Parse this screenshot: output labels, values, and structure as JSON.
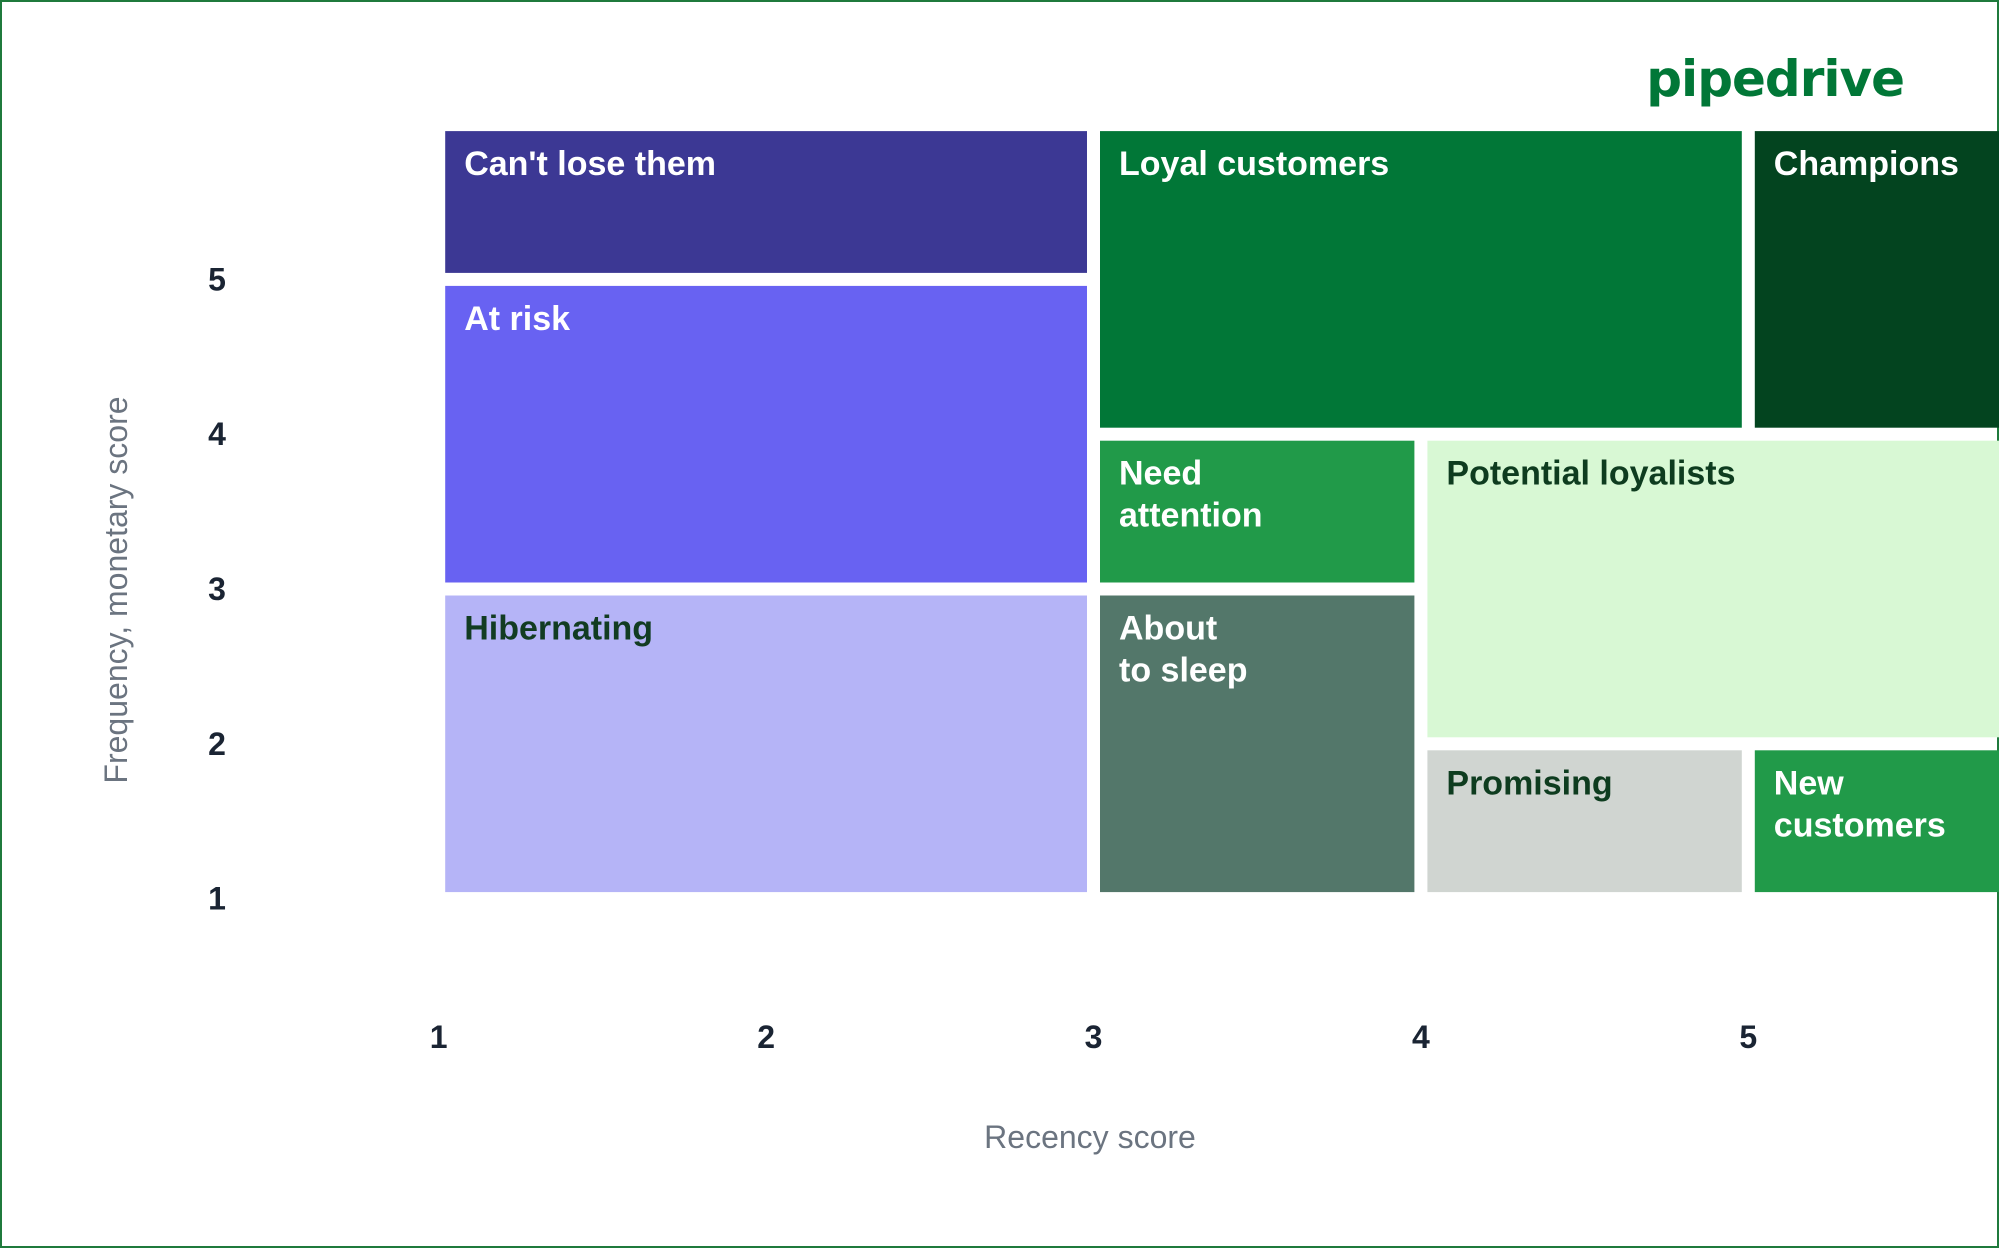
{
  "brand": {
    "logo_text": "pipedrive",
    "color": "#017737",
    "frame_color": "#1f7a3c"
  },
  "chart_data": {
    "type": "heatmap",
    "title": "",
    "xlabel": "Recency score",
    "ylabel": "Frequency, monetary score",
    "xlim": [
      0.5,
      5.5
    ],
    "ylim": [
      0.5,
      5.5
    ],
    "x_ticks": [
      "1",
      "2",
      "3",
      "4",
      "5"
    ],
    "y_ticks": [
      "1",
      "2",
      "3",
      "4",
      "5"
    ],
    "grid": false,
    "segments": [
      {
        "label": "Can't lose them",
        "recency": [
          1,
          2
        ],
        "frequency_monetary": [
          5,
          5
        ],
        "color": "#3c3894",
        "text_color": "#ffffff"
      },
      {
        "label": "At risk",
        "recency": [
          1,
          2
        ],
        "frequency_monetary": [
          3,
          4
        ],
        "color": "#6862f2",
        "text_color": "#ffffff"
      },
      {
        "label": "Hibernating",
        "recency": [
          1,
          2
        ],
        "frequency_monetary": [
          1,
          2
        ],
        "color": "#b5b4f7",
        "text_color": "#123c22"
      },
      {
        "label": "Loyal customers",
        "recency": [
          3,
          4
        ],
        "frequency_monetary": [
          4,
          5
        ],
        "color": "#017737",
        "text_color": "#ffffff"
      },
      {
        "label": "Champions",
        "recency": [
          5,
          5
        ],
        "frequency_monetary": [
          4,
          5
        ],
        "color": "#03441f",
        "text_color": "#ffffff"
      },
      {
        "label": "Need\nattention",
        "recency": [
          3,
          3
        ],
        "frequency_monetary": [
          3,
          3
        ],
        "color": "#219a49",
        "text_color": "#ffffff"
      },
      {
        "label": "About\nto sleep",
        "recency": [
          3,
          3
        ],
        "frequency_monetary": [
          1,
          2
        ],
        "color": "#53776a",
        "text_color": "#ffffff"
      },
      {
        "label": "Potential loyalists",
        "recency": [
          4,
          5
        ],
        "frequency_monetary": [
          2,
          3
        ],
        "color": "#d8f8d4",
        "text_color": "#0e3c1f"
      },
      {
        "label": "Promising",
        "recency": [
          4,
          4
        ],
        "frequency_monetary": [
          1,
          1
        ],
        "color": "#d0d5d1",
        "text_color": "#0e3c1f"
      },
      {
        "label": "New\ncustomers",
        "recency": [
          5,
          5
        ],
        "frequency_monetary": [
          1,
          1
        ],
        "color": "#219a49",
        "text_color": "#ffffff"
      }
    ]
  }
}
